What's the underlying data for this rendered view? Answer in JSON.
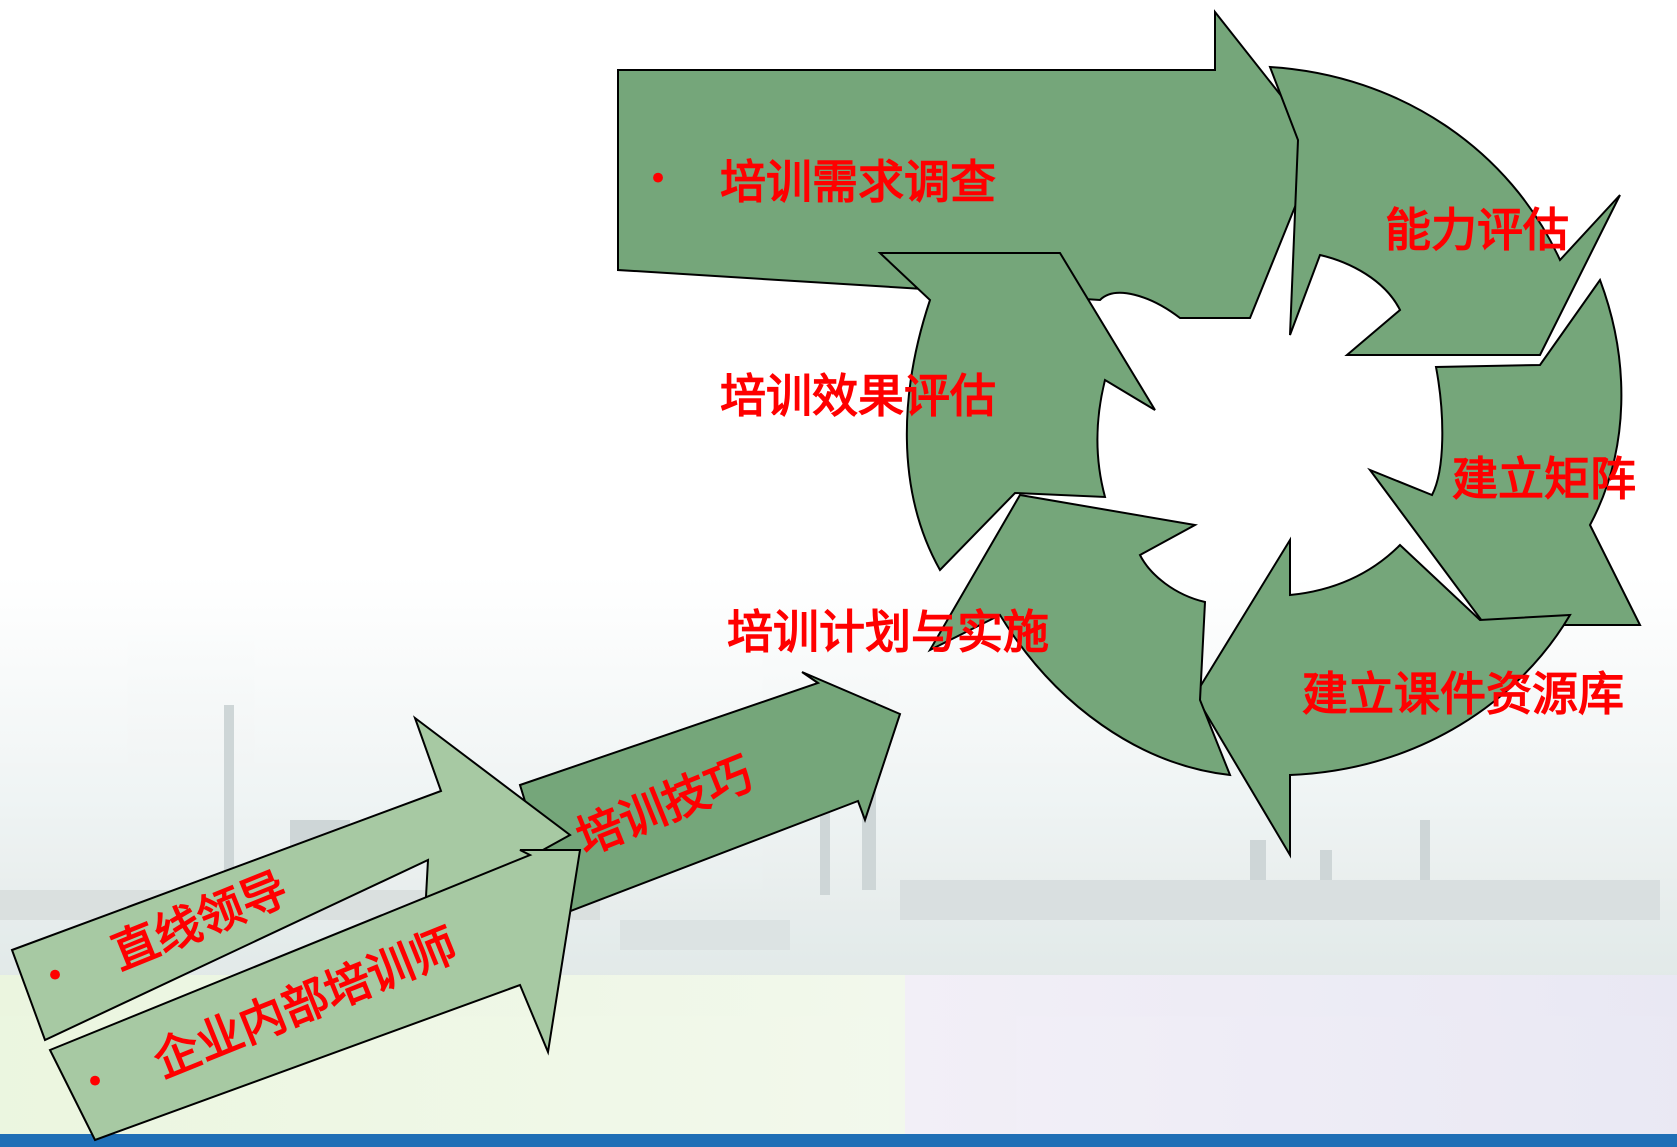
{
  "diagram": {
    "cycle_steps": [
      {
        "label": "培训需求调查",
        "bulleted": true
      },
      {
        "label": "能力评估"
      },
      {
        "label": "建立矩阵"
      },
      {
        "label": "建立课件资源库"
      },
      {
        "label": "培训计划与实施"
      },
      {
        "label": "培训效果评估"
      }
    ],
    "input_arrows": [
      {
        "label": "直线领导",
        "bulleted": true
      },
      {
        "label": "企业内部培训师",
        "bulleted": true
      }
    ],
    "skill_arrow": {
      "label": "培训技巧"
    },
    "bullet_glyph": "•"
  },
  "colors": {
    "arrow_dark": "#75a67a",
    "arrow_light": "#a7c9a3",
    "label_red": "#ff0000",
    "bottom_bar": "#1f6fb6"
  }
}
